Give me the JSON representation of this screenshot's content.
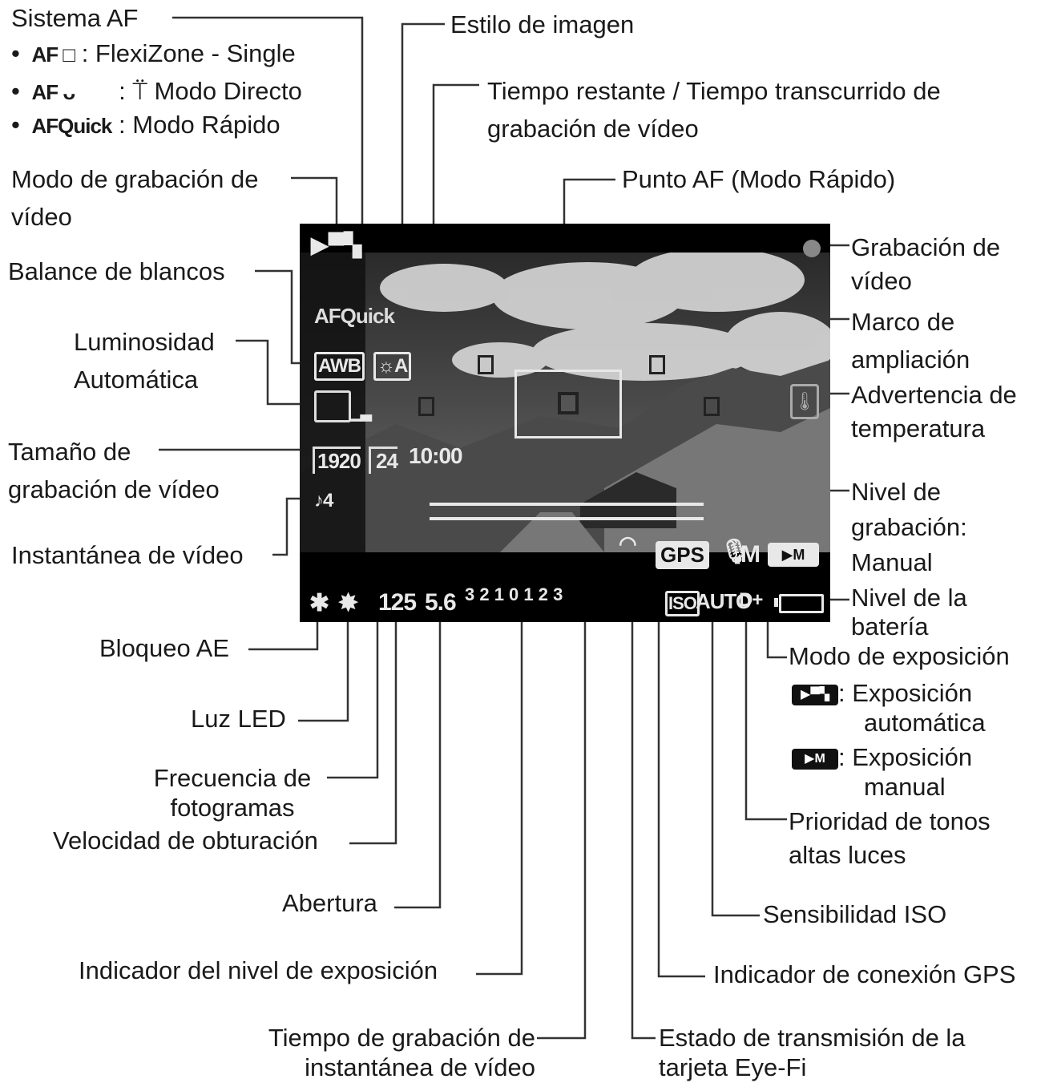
{
  "labels": {
    "af_system": {
      "title": "Sistema AF",
      "bullet": "•",
      "items": [
        {
          "icon": "AF □",
          "text": ": FlexiZone - Single"
        },
        {
          "icon": "AF ᴗ",
          "text": ": ⍡ Modo Directo"
        },
        {
          "icon": "AFQuick",
          "text": ": Modo Rápido"
        }
      ]
    },
    "video_rec_mode": [
      "Modo de grabación de",
      "vídeo"
    ],
    "white_balance": "Balance de blancos",
    "auto_lighting": [
      "Luminosidad",
      "Automática"
    ],
    "video_rec_size": [
      "Tamaño de",
      "grabación de vídeo"
    ],
    "video_snapshot": "Instantánea de vídeo",
    "ae_lock": "Bloqueo AE",
    "led_light": "Luz LED",
    "frame_rate": [
      "Frecuencia de",
      "fotogramas"
    ],
    "shutter_speed": "Velocidad de obturación",
    "aperture": "Abertura",
    "exposure_level": "Indicador del nivel de exposición",
    "snapshot_time": [
      "Tiempo de grabación de",
      "instantánea de vídeo"
    ],
    "picture_style": "Estilo de imagen",
    "time_remaining": [
      "Tiempo restante / Tiempo transcurrido de",
      "grabación de vídeo"
    ],
    "af_point": "Punto AF (Modo Rápido)",
    "video_recording": [
      "Grabación de",
      "vídeo"
    ],
    "magnify_frame": [
      "Marco de",
      "ampliación"
    ],
    "temp_warning": [
      "Advertencia de",
      "temperatura"
    ],
    "rec_level": [
      "Nivel de",
      "grabación:",
      "Manual"
    ],
    "battery_level": [
      "Nivel de la",
      "batería"
    ],
    "exposure_mode": "Modo de exposición",
    "auto_exposure": {
      "icon": "▶▀▚",
      "text": [
        ": Exposición",
        "automática"
      ]
    },
    "manual_exposure": {
      "icon": "▶M",
      "text": [
        ": Exposición",
        "manual"
      ]
    },
    "highlight_tone": [
      "Prioridad de tonos",
      "altas luces"
    ],
    "iso_speed": "Sensibilidad ISO",
    "gps_indicator": "Indicador de conexión GPS",
    "eyefi_status": [
      "Estado de transmisión de la",
      "tarjeta Eye-Fi"
    ]
  },
  "screen": {
    "af_quick": "AFQuick",
    "awb": "AWB",
    "picture_style": "☼A",
    "size": "1920",
    "fps": "24",
    "time": "10:00",
    "snapshot": "♪4",
    "shutter": "125",
    "aperture": "5.6",
    "exposure_scale": "3 2 1 0 1 2 3",
    "gps": "GPS",
    "mic": "M",
    "expo_mode": "M",
    "iso": "ISO",
    "iso_value": "AUTO",
    "d_plus": "D+"
  },
  "colors": {
    "screen_bg": "#000000",
    "overlay": "#e8e8e8",
    "line": "#333333"
  }
}
